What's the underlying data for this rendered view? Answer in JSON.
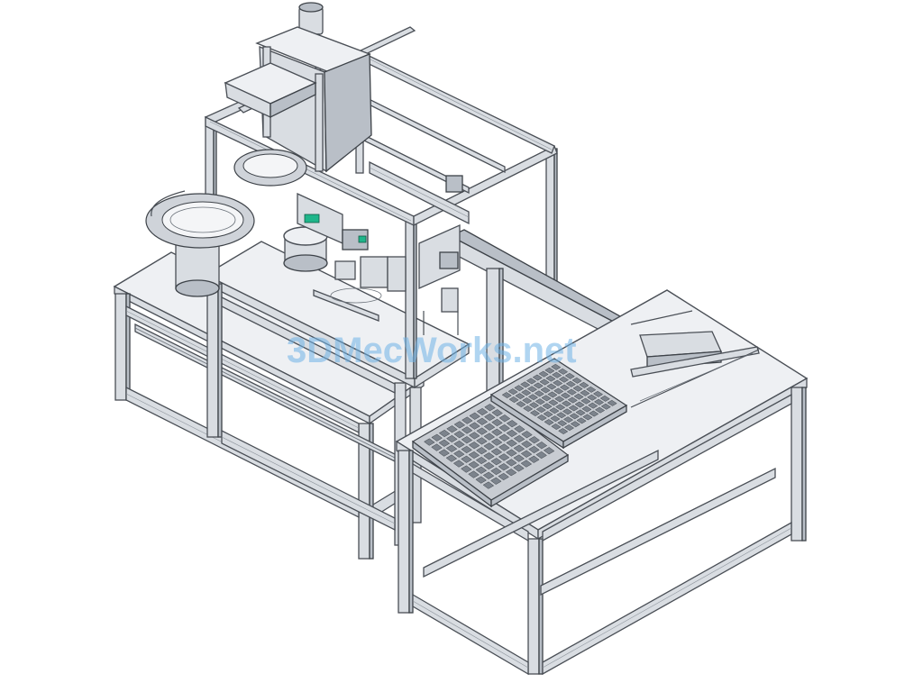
{
  "watermark": {
    "text": "3DMecWorks.net",
    "color": "#6fb3e6"
  },
  "colors": {
    "background": "#ffffff",
    "frame_light": "#d9dde2",
    "frame_dark": "#b9bfc7",
    "line": "#4a4f56",
    "accent_green": "#1fb58a"
  },
  "components": [
    "left-workbench",
    "right-workbench",
    "upper-aluminum-frame",
    "hopper-with-motor",
    "vibratory-bowl-feeder-large",
    "vibratory-bowl-feeder-small",
    "pick-and-place-gantry",
    "tray-left",
    "tray-right",
    "linear-module"
  ]
}
